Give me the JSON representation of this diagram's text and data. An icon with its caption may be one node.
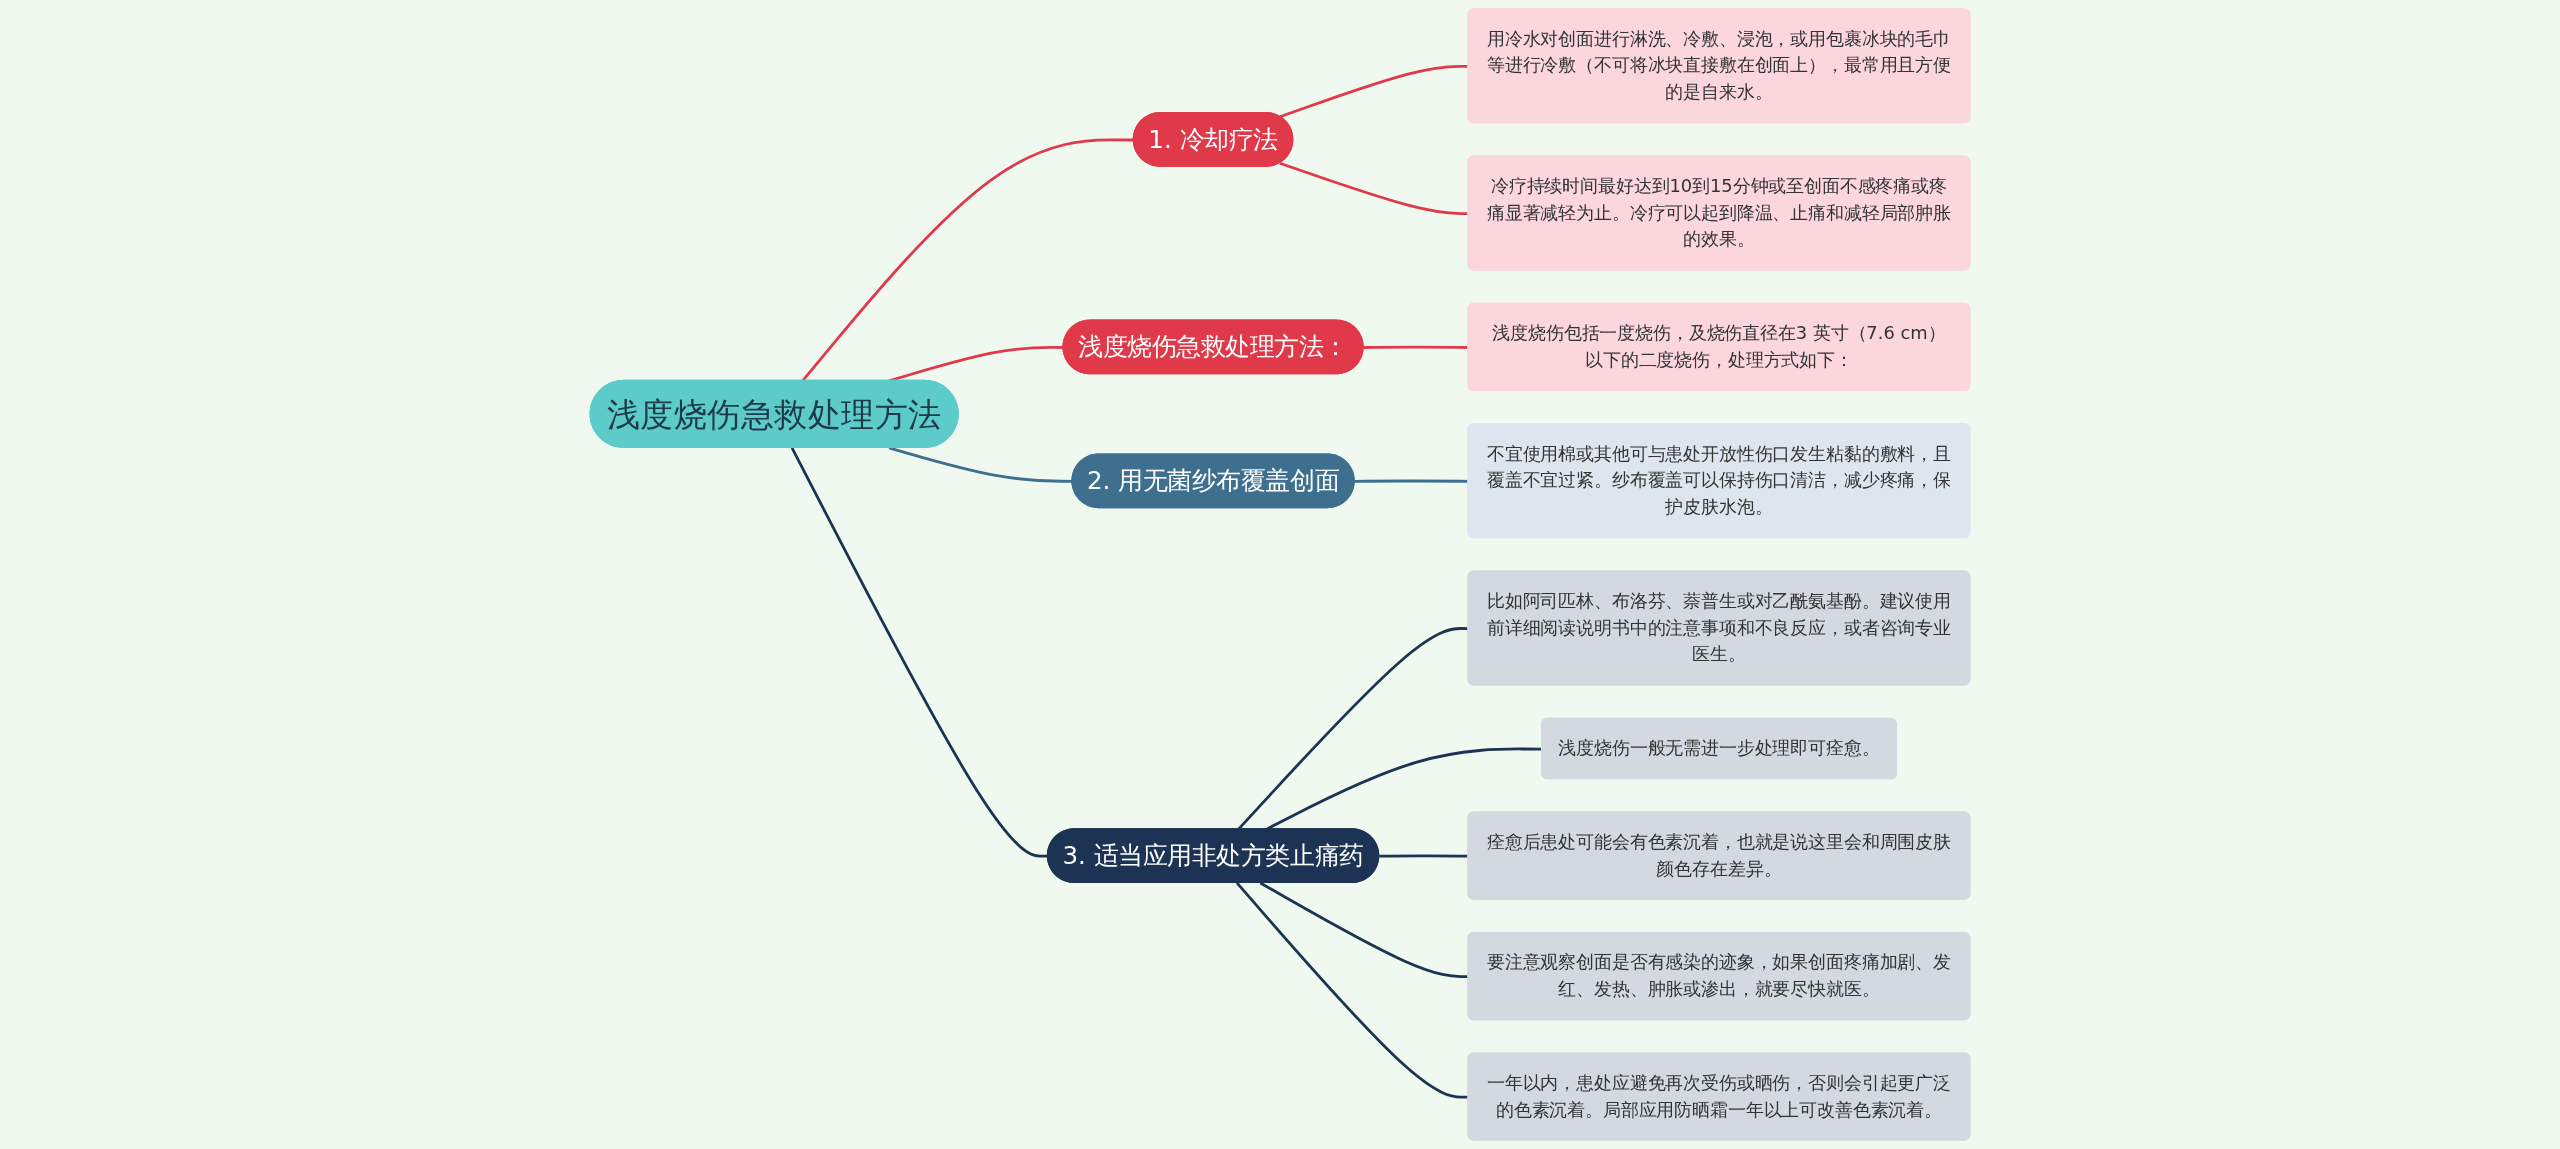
{
  "diagram": {
    "nodes": [
      {
        "text": [
          "浅度烧伤急救处理方法"
        ]
      },
      {
        "text": [
          "1. 冷却疗法"
        ]
      },
      {
        "text": [
          "用冷水对创面进行淋洗、冷敷、浸泡，或用包裹冰块的毛巾等进行冷敷（不可将冰块直接敷在创面上），最常用且方便的是自来水。"
        ]
      },
      {
        "text": [
          "冷疗持续时间最好达到10到15分钟或至创面不感疼痛或疼痛显著减轻为止。冷疗可以起到降温、止痛和减轻局部肿胀的效果。"
        ]
      },
      {
        "text": [
          "浅度烧伤急救处理方法："
        ]
      },
      {
        "text": [
          "浅度烧伤包括一度烧伤，及烧伤直径在3 英寸（7.6 cm）以下的二度烧伤，处理方式如下："
        ]
      },
      {
        "text": [
          "2. 用无菌纱布覆盖创面"
        ]
      },
      {
        "text": [
          "不宜使用棉或其他可与患处开放性伤口发生粘黏的敷料，且覆盖不宜过紧。纱布覆盖可以保持伤口清洁，减少疼痛，保护皮肤水泡。"
        ]
      },
      {
        "text": [
          "3. 适当应用非处方类止痛药"
        ]
      },
      {
        "text": [
          "比如阿司匹林、布洛芬、萘普生或对乙酰氨基酚。建议使用前详细阅读说明书中的注意事项和不良反应，或者咨询专业医生。"
        ]
      },
      {
        "text": [
          "浅度烧伤一般无需进一步处理即可痊愈。"
        ]
      },
      {
        "text": [
          "痊愈后患处可能会有色素沉着，也就是说这里会和周围皮肤颜色存在差异。"
        ]
      },
      {
        "text": [
          "要注意观察创面是否有感染的迹象，如果创面疼痛加剧、发红、发热、肿胀或渗出，就要尽快就医。"
        ]
      },
      {
        "text": [
          "一年以内，患处应避免再次受伤或晒伤，否则会引起更广泛的色素沉着。局部应用防晒霜一年以上可改善色素沉着。"
        ]
      }
    ],
    "edges": [
      {
        "from": 0,
        "to": 1,
        "arrow": "none",
        "color": "#e0394a"
      },
      {
        "from": 1,
        "to": 2,
        "arrow": "none",
        "color": "#e0394a"
      },
      {
        "from": 1,
        "to": 3,
        "arrow": "none",
        "color": "#e0394a"
      },
      {
        "from": 0,
        "to": 4,
        "arrow": "none",
        "color": "#e0394a"
      },
      {
        "from": 4,
        "to": 5,
        "arrow": "none",
        "color": "#e0394a"
      },
      {
        "from": 0,
        "to": 6,
        "arrow": "none",
        "color": "#3e6f8e"
      },
      {
        "from": 6,
        "to": 7,
        "arrow": "none",
        "color": "#3e6f8e"
      },
      {
        "from": 0,
        "to": 8,
        "arrow": "none"
      },
      {
        "from": 8,
        "to": 9,
        "arrow": "none"
      },
      {
        "from": 8,
        "to": 10,
        "arrow": "none"
      },
      {
        "from": 8,
        "to": 11,
        "arrow": "none"
      },
      {
        "from": 8,
        "to": 12,
        "arrow": "none"
      },
      {
        "from": 8,
        "to": 13,
        "arrow": "none"
      }
    ]
  }
}
